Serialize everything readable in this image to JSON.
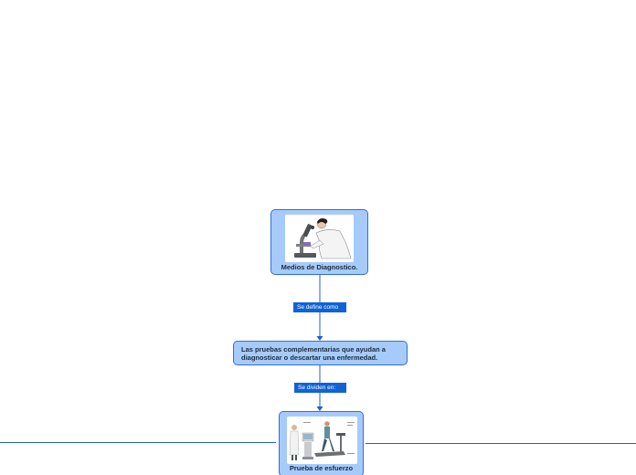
{
  "root": {
    "label": "Medios de Diagnostico."
  },
  "link_1": {
    "label": "Se define como"
  },
  "definition": {
    "label": "Las pruebas complementarias que ayudan a diagnosticar o descartar una enfermedad."
  },
  "link_2": {
    "label": "Se dividen en:"
  },
  "child": {
    "label": "Prueba de esfuerzo"
  },
  "colors": {
    "node_fill": "#a6cbfb",
    "node_border": "#2f6fd6",
    "link_label_fill": "#0f63d6",
    "connector": "#1f5fc4"
  }
}
